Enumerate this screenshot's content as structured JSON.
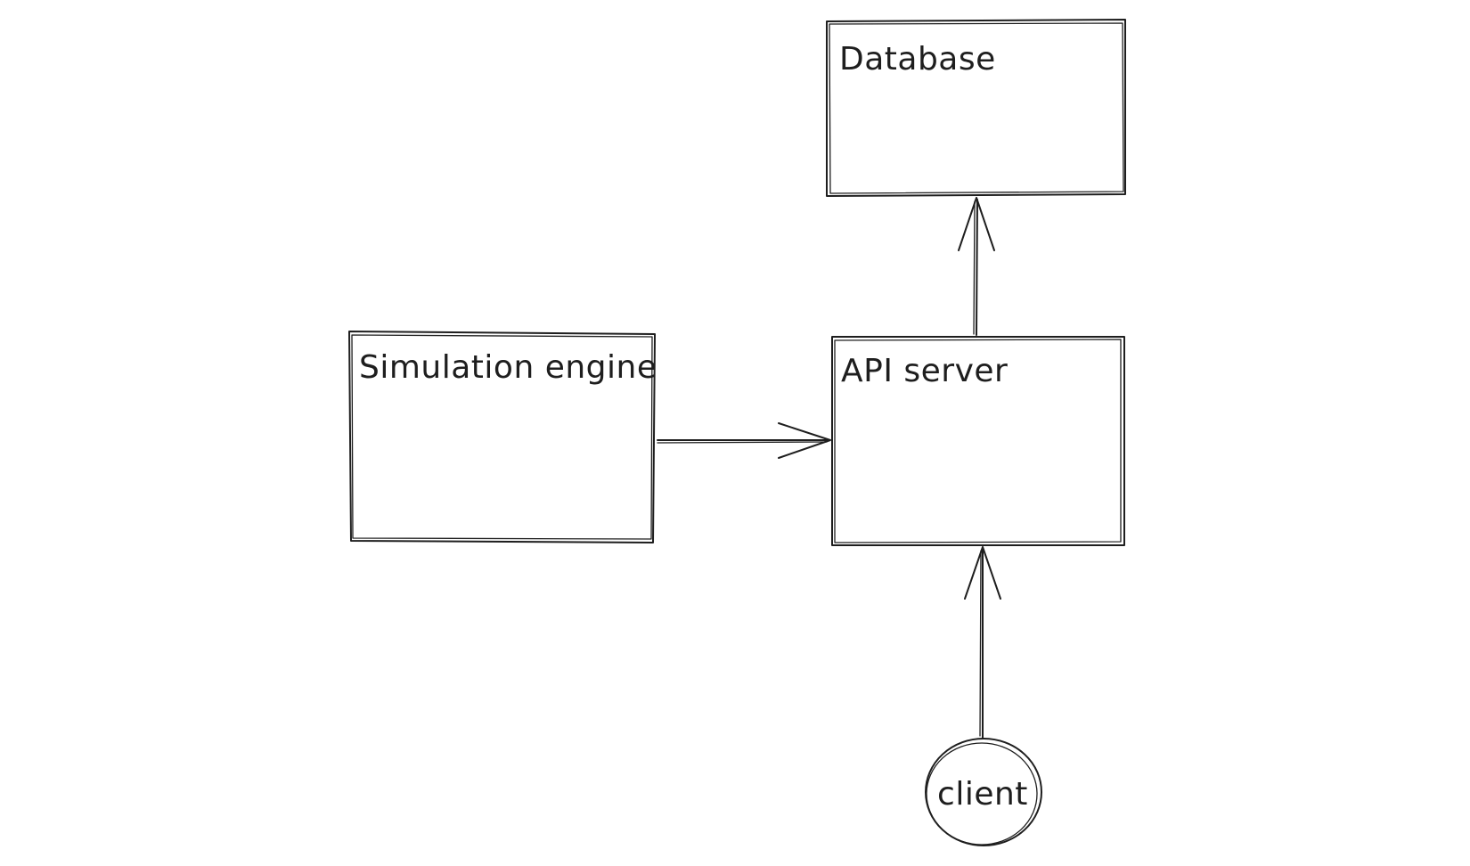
{
  "diagram": {
    "nodes": [
      {
        "id": "database",
        "label": "Database",
        "shape": "rectangle"
      },
      {
        "id": "simulation_engine",
        "label": "Simulation engine",
        "shape": "rectangle"
      },
      {
        "id": "api_server",
        "label": "API server",
        "shape": "rectangle"
      },
      {
        "id": "client",
        "label": "client",
        "shape": "circle"
      }
    ],
    "edges": [
      {
        "from": "simulation_engine",
        "to": "api_server"
      },
      {
        "from": "api_server",
        "to": "database"
      },
      {
        "from": "client",
        "to": "api_server"
      }
    ],
    "colors": {
      "stroke": "#1e1e1e",
      "background": "#ffffff"
    }
  }
}
